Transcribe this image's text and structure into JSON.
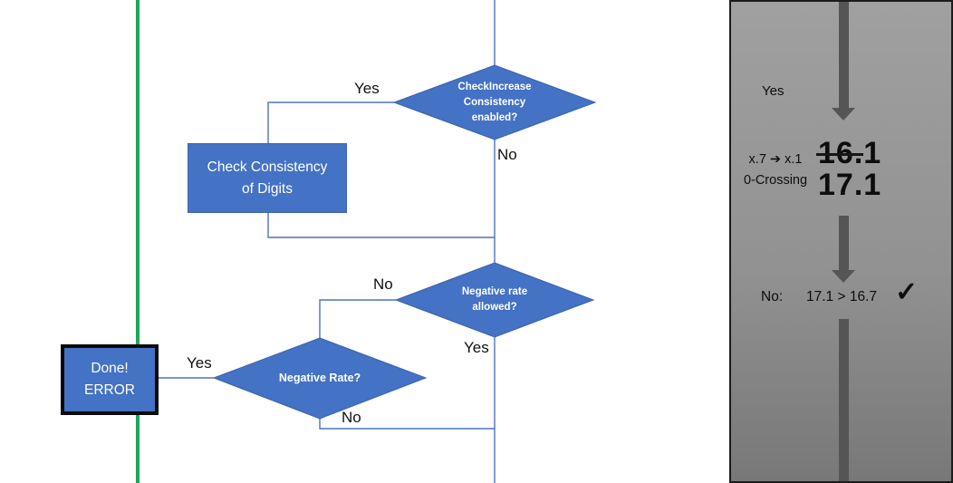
{
  "flowchart": {
    "diamond_check_increase": {
      "lines": [
        "CheckIncrease",
        "Consistency",
        "enabled?"
      ]
    },
    "rect_check_consistency": {
      "lines": [
        "Check Consistency",
        "of Digits"
      ]
    },
    "diamond_negative_allowed": {
      "lines": [
        "Negative rate",
        "allowed?"
      ]
    },
    "diamond_negative_rate": {
      "label": "Negative Rate?"
    },
    "done_box": {
      "lines": [
        "Done!",
        "ERROR"
      ]
    },
    "labels": {
      "yes_top": "Yes",
      "no_top": "No",
      "no_mid": "No",
      "yes_mid": "Yes",
      "yes_done": "Yes",
      "no_bottom": "No"
    },
    "colors": {
      "shape_fill": "#4472C4",
      "shape_border": "#3a62ae",
      "connector": "#4a74c4",
      "guide_line_green": "#1aa85c"
    }
  },
  "side_panel": {
    "yes_label": "Yes",
    "rule_line1": "x.7 ➔ x.1",
    "rule_line2": "0-Crossing",
    "old_value": "16.1",
    "new_value": "17.1",
    "no_label": "No:",
    "comparison": "17.1 > 16.7",
    "check_icon": "✓",
    "colors": {
      "arrow": "#555555",
      "bg_top": "#a0a0a0",
      "bg_bottom": "#787878",
      "border": "#1c1c1c"
    }
  }
}
